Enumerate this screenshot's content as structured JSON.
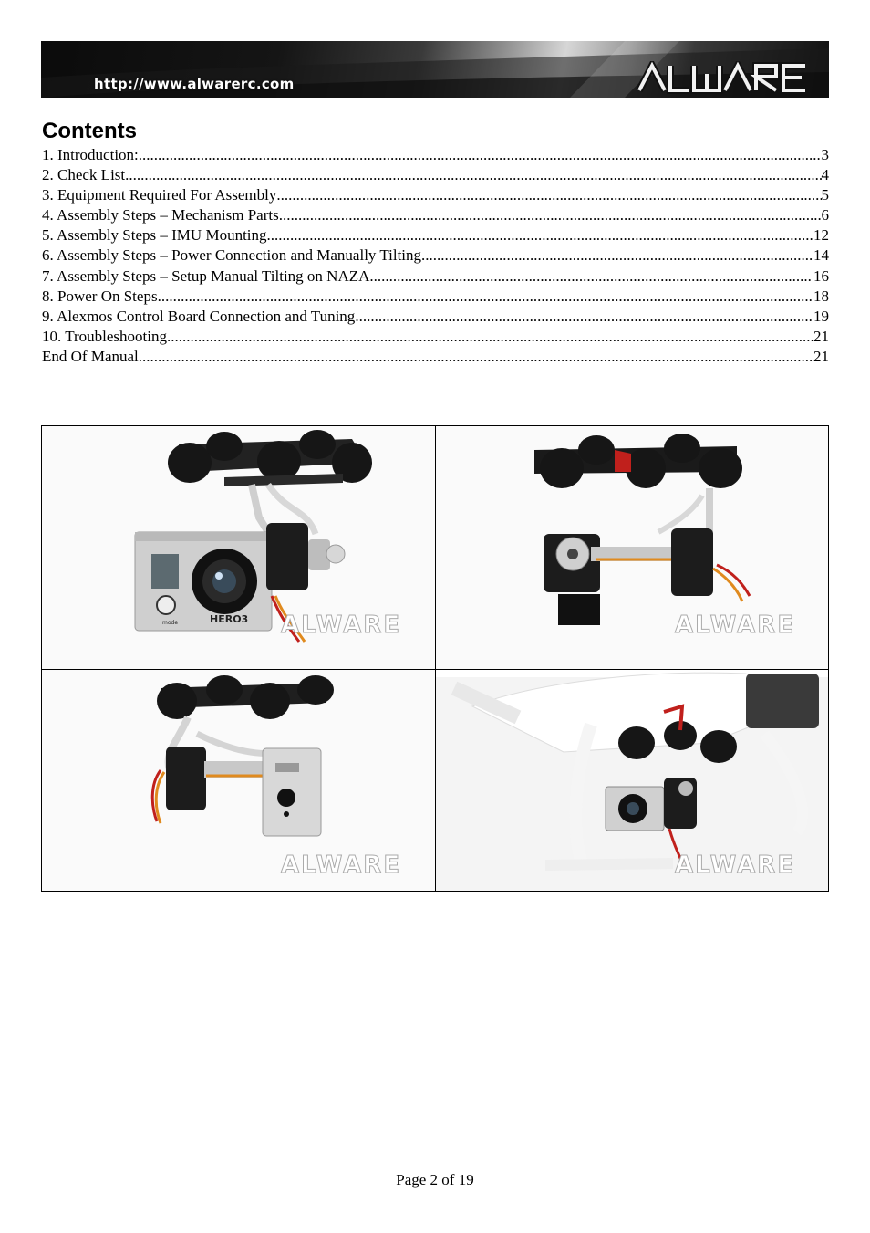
{
  "header": {
    "url": "http://www.alwarerc.com",
    "brand": "ALWARE"
  },
  "contents": {
    "title": "Contents",
    "entries": [
      {
        "label": "1. Introduction:",
        "page": "3"
      },
      {
        "label": "2. Check List",
        "page": "4"
      },
      {
        "label": "3. Equipment Required For Assembly",
        "page": "5"
      },
      {
        "label": "4. Assembly Steps – Mechanism Parts",
        "page": "6"
      },
      {
        "label": "5. Assembly Steps – IMU Mounting",
        "page": "12"
      },
      {
        "label": "6. Assembly Steps – Power Connection and Manually Tilting",
        "page": "14"
      },
      {
        "label": "7. Assembly Steps – Setup Manual Tilting on NAZA",
        "page": "16"
      },
      {
        "label": "8. Power On Steps",
        "page": "18"
      },
      {
        "label": "9. Alexmos Control Board Connection and Tuning",
        "page": "19"
      },
      {
        "label": "10. Troubleshooting",
        "page": "21"
      },
      {
        "label": "End Of Manual",
        "page": "21"
      }
    ]
  },
  "photos": {
    "watermark": "ALWARE",
    "camera_label": "HERO3",
    "camera_button": "mode"
  },
  "footer": {
    "page_label": "Page 2 of 19"
  },
  "colors": {
    "accent_red": "#c0201c",
    "motor_black": "#1c1c1c",
    "frame_silver": "#d4d4d4"
  }
}
